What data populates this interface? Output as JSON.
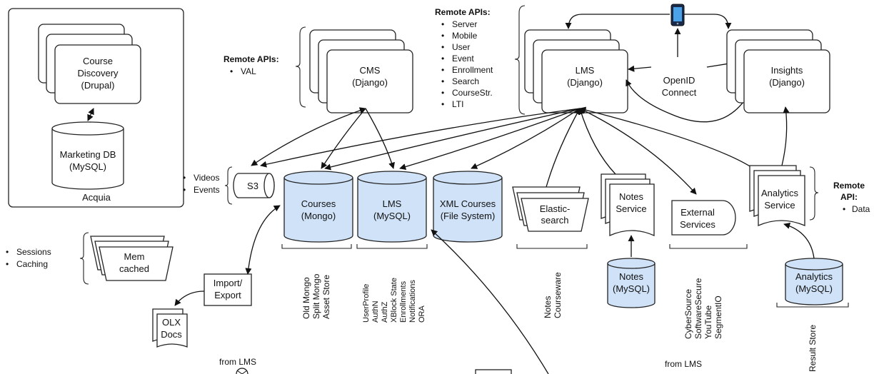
{
  "acquia": {
    "course_discovery": [
      "Course",
      "Discovery",
      "(Drupal)"
    ],
    "marketing_db": [
      "Marketing DB",
      "(MySQL)"
    ],
    "container_label": "Acquia"
  },
  "cms": {
    "lines": [
      "CMS",
      "(Django)"
    ],
    "remote_apis_title": "Remote APIs:",
    "remote_apis": [
      "VAL"
    ]
  },
  "lms": {
    "lines": [
      "LMS",
      "(Django)"
    ],
    "remote_apis_title": "Remote APIs:",
    "remote_apis": [
      "Server",
      "Mobile",
      "User",
      "Event",
      "Enrollment",
      "Search",
      "CourseStr.",
      "LTI"
    ]
  },
  "openid": [
    "OpenID",
    "Connect"
  ],
  "insights": [
    "Insights",
    "(Django)"
  ],
  "s3": {
    "label": "S3",
    "items": [
      "Videos",
      "Events"
    ]
  },
  "courses_db": {
    "lines": [
      "Courses",
      "(Mongo)"
    ],
    "notes": [
      "Old Mongo",
      "Split Mongo",
      "Asset Store"
    ]
  },
  "lms_db": {
    "lines": [
      "LMS",
      "(MySQL)"
    ],
    "notes": [
      "UserProfile",
      "AuthN",
      "AuthZ",
      "XBlock State",
      "Enrollments",
      "Notifications",
      "ORA"
    ]
  },
  "xml_courses": [
    "XML Courses",
    "(File System)"
  ],
  "elasticsearch": {
    "lines": [
      "Elastic-",
      "search"
    ],
    "notes": [
      "Notes",
      "Courseware"
    ]
  },
  "notes_service": [
    "Notes",
    "Service"
  ],
  "notes_db": [
    "Notes",
    "(MySQL)"
  ],
  "external_services": {
    "lines": [
      "External",
      "Services"
    ],
    "notes": [
      "CyberSource",
      "SoftwareSecure",
      "YouTube",
      "SegmentIO"
    ]
  },
  "analytics_service": {
    "lines": [
      "Analytics",
      "Service"
    ],
    "remote_api_title": [
      "Remote",
      "API:"
    ],
    "remote_api": [
      "Data"
    ]
  },
  "analytics_db": {
    "lines": [
      "Analytics",
      "(MySQL)"
    ],
    "note": "Result Store"
  },
  "memcached": {
    "lines": [
      "Mem",
      "cached"
    ],
    "items": [
      "Sessions",
      "Caching"
    ]
  },
  "import_export": [
    "Import/",
    "Export"
  ],
  "olx_docs": [
    "OLX",
    "Docs"
  ],
  "bottom_labels": {
    "from_lms_left": "from LMS",
    "from_lms_right": "from LMS"
  },
  "colors": {
    "database_fill": "#cfe2f7",
    "line": "#111111"
  }
}
